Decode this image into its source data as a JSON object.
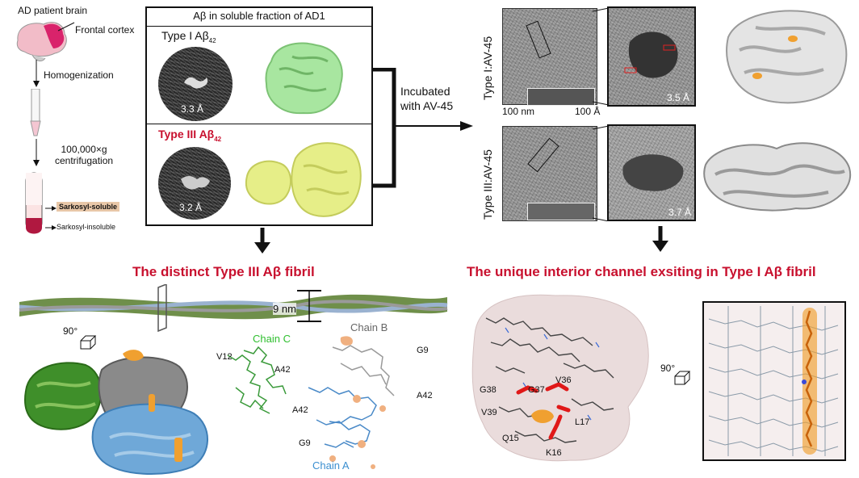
{
  "left_panel": {
    "brain_label": "AD patient brain",
    "cortex_label": "Frontal cortex",
    "step1": "Homogenization",
    "step2_line1": "100,000×g",
    "step2_line2": "centrifugation",
    "soluble": "Sarkosyl-soluble",
    "insoluble": "Sarkosyl-insoluble"
  },
  "center_box": {
    "header": "Aβ in soluble fraction of  AD1",
    "type1_label": "Type I Aβ",
    "type1_sub": "42",
    "type1_res": "3.3 Å",
    "type3_label": "Type III Aβ",
    "type3_sub": "42",
    "type3_res": "3.2 Å"
  },
  "incubation": {
    "line1": "Incubated",
    "line2": "with AV-45"
  },
  "right_panel": {
    "row1_label": "Type I:AV-45",
    "row2_label": "Type III:AV-45",
    "scale1": "100 nm",
    "scale2": "100 Å",
    "res1": "3.5 Å",
    "res2": "3.7 Å"
  },
  "bottom_left": {
    "title": "The distinct Type III Aβ fibril",
    "width_label": "9 nm",
    "rotation": "90°",
    "chain_a": "Chain A",
    "chain_b": "Chain B",
    "chain_c": "Chain C",
    "res_v12": "V12",
    "res_a42a": "A42",
    "res_a42b": "A42",
    "res_a42c": "A42",
    "res_g9a": "G9",
    "res_g9b": "G9"
  },
  "bottom_right": {
    "title": "The unique interior channel exsiting in Type I Aβ fibril",
    "rotation": "90°",
    "g38": "G38",
    "g37": "G37",
    "v36": "V36",
    "v39": "V39",
    "l17": "L17",
    "q15": "Q15",
    "k16": "K16"
  },
  "colors": {
    "accent_red": "#c8102e",
    "chain_a": "#5aa0d6",
    "chain_b": "#7f7f7f",
    "chain_c": "#3da33d",
    "ligand": "#f0a030",
    "type1_map": "#a8e6a0",
    "type3_map": "#e6ee88",
    "channel_bg": "#eadcdc"
  }
}
